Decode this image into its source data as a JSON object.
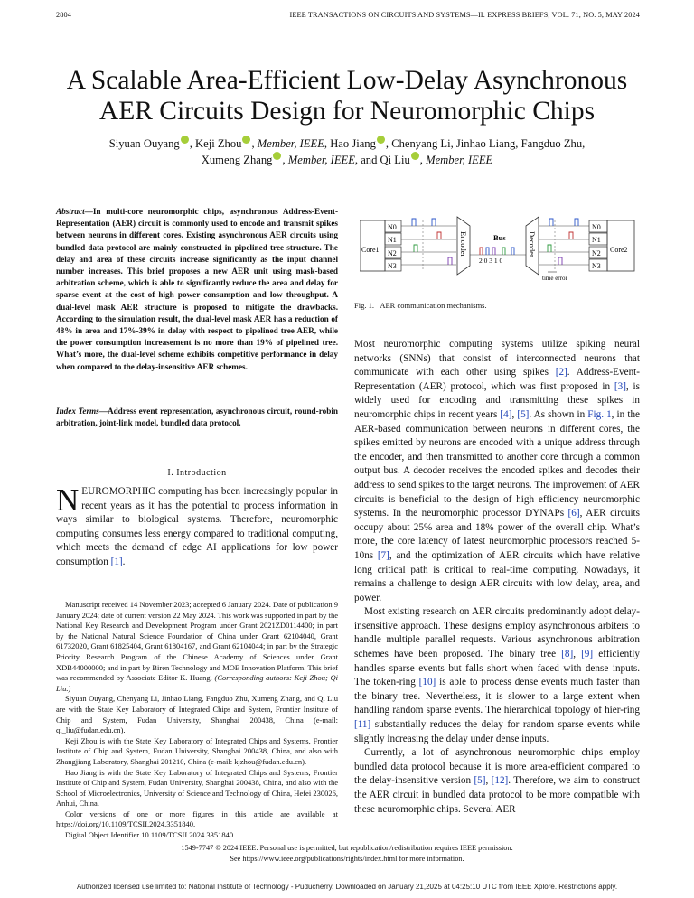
{
  "header": {
    "page_number": "2804",
    "journal": "IEEE TRANSACTIONS ON CIRCUITS AND SYSTEMS—II: EXPRESS BRIEFS, VOL. 71, NO. 5, MAY 2024"
  },
  "title_line1": "A Scalable Area-Efficient Low-Delay Asynchronous",
  "title_line2": "AER Circuits Design for Neuromorphic Chips",
  "authors": {
    "a1": "Siyuan Ouyang",
    "a2": "Keji Zhou",
    "a2_role": "Member, IEEE",
    "a3": "Hao Jiang",
    "a4": "Chenyang Li, Jinhao Liang, Fangduo Zhu,",
    "a5": "Xumeng Zhang",
    "a5_role": "Member, IEEE",
    "a6_pre": ", and Qi Liu",
    "a6_role": "Member, IEEE"
  },
  "abstract": {
    "label": "Abstract",
    "text": "—In multi-core neuromorphic chips, asynchronous Address-Event-Representation (AER) circuit is commonly used to encode and transmit spikes between neurons in different cores. Existing asynchronous AER circuits using bundled data protocol are mainly constructed in pipelined tree structure. The delay and area of these circuits increase significantly as the input channel number increases. This brief proposes a new AER unit using mask-based arbitration scheme, which is able to significantly reduce the area and delay for sparse event at the cost of high power consumption and low throughput. A dual-level mask AER structure is proposed to mitigate the drawbacks. According to the simulation result, the dual-level mask AER has a reduction of 48% in area and 17%-39% in delay with respect to pipelined tree AER, while the power consumption increasement is no more than 19% of pipelined tree. What’s more, the dual-level scheme exhibits competitive performance in delay when compared to the delay-insensitive AER schemes."
  },
  "index_terms": {
    "label": "Index Terms",
    "text": "—Address event representation, asynchronous circuit, round-robin arbitration, joint-link model, bundled data protocol."
  },
  "section1": {
    "heading": "I. Introduction",
    "dropcap": "N",
    "lead": "EUROMORPHIC computing has been increasingly popular in recent years as it has the potential to process information in ways similar to biological systems. Therefore, neuromorphic computing consumes less energy compared to traditional computing, which meets the demand of edge AI applications for low power consumption ",
    "cite1": "[1]",
    "end": "."
  },
  "footnotes": {
    "p1": "Manuscript received 14 November 2023; accepted 6 January 2024. Date of publication 9 January 2024; date of current version 22 May 2024. This work was supported in part by the National Key Research and Development Program under Grant 2021ZD0114400; in part by the National Natural Science Foundation of China under Grant 62104040, Grant 61732020, Grant 61825404, Grant 61804167, and Grant 62104044; in part by the Strategic Priority Research Program of the Chinese Academy of Sciences under Grant XDB44000000; and in part by Biren Technology and MOE Innovation Platform. This brief was recommended by Associate Editor K. Huang.",
    "p1_corr": "(Corresponding authors: Keji Zhou; Qi Liu.)",
    "p2": "Siyuan Ouyang, Chenyang Li, Jinhao Liang, Fangduo Zhu, Xumeng Zhang, and Qi Liu are with the State Key Laboratory of Integrated Chips and System, Frontier Institute of Chip and System, Fudan University, Shanghai 200438, China (e-mail: qi_liu@fudan.edu.cn).",
    "p3": "Keji Zhou is with the State Key Laboratory of Integrated Chips and Systems, Frontier Institute of Chip and System, Fudan University, Shanghai 200438, China, and also with Zhangjiang Laboratory, Shanghai 201210, China (e-mail: kjzhou@fudan.edu.cn).",
    "p4": "Hao Jiang is with the State Key Laboratory of Integrated Chips and Systems, Frontier Institute of Chip and System, Fudan University, Shanghai 200438, China, and also with the School of Microelectronics, University of Science and Technology of China, Hefei 230026, Anhui, China.",
    "p5": "Color versions of one or more figures in this article are available at https://doi.org/10.1109/TCSII.2024.3351840.",
    "p6": "Digital Object Identifier 10.1109/TCSII.2024.3351840"
  },
  "figure1": {
    "left_core": "Core1",
    "right_core": "Core2",
    "neurons": [
      "N0",
      "N1",
      "N2",
      "N3"
    ],
    "encoder": "Encoder",
    "decoder": "Decoder",
    "bus": "Bus",
    "bus_addresses": "2 0 3   1 0",
    "time_error": "time error",
    "caption_label": "Fig. 1.",
    "caption_text": "AER communication mechanisms.",
    "spike_color_blue": "#2b55c9",
    "spike_color_red": "#c03030",
    "spike_color_green": "#2e9a3e",
    "spike_color_purple": "#7a3ab0"
  },
  "right_body": {
    "p1_a": "Most neuromorphic computing systems utilize spiking neural networks (SNNs) that consist of interconnected neurons that communicate with each other using spikes ",
    "c2": "[2]",
    "p1_b": ". Address-Event-Representation (AER) protocol, which was first proposed in ",
    "c3": "[3]",
    "p1_c": ", is widely used for encoding and transmitting these spikes in neuromorphic chips in recent years ",
    "c4": "[4]",
    "p1_d": ", ",
    "c5": "[5]",
    "p1_e": ". As shown in ",
    "cfig": "Fig. 1",
    "p1_f": ", in the AER-based communication between neurons in different cores, the spikes emitted by neurons are encoded with a unique address through the encoder, and then transmitted to another core through a common output bus. A decoder receives the encoded spikes and decodes their address to send spikes to the target neurons. The improvement of AER circuits is beneficial to the design of high efficiency neuromorphic systems. In the neuromorphic processor DYNAPs ",
    "c6": "[6]",
    "p1_g": ", AER circuits occupy about 25% area and 18% power of the overall chip. What’s more, the core latency of latest neuromorphic processors reached 5-10ns ",
    "c7": "[7]",
    "p1_h": ", and the optimization of AER circuits which have relative long critical path is critical to real-time computing. Nowadays, it remains a challenge to design AER circuits with low delay, area, and power.",
    "p2_a": "Most existing research on AER circuits predominantly adopt delay-insensitive approach. These designs employ asynchronous arbiters to handle multiple parallel requests. Various asynchronous arbitration schemes have been proposed. The binary tree ",
    "c8": "[8]",
    "p2_b": ", ",
    "c9": "[9]",
    "p2_c": " efficiently handles sparse events but falls short when faced with dense inputs. The token-ring ",
    "c10": "[10]",
    "p2_d": " is able to process dense events much faster than the binary tree. Nevertheless, it is slower to a large extent when handling random sparse events. The hierarchical topology of hier-ring ",
    "c11": "[11]",
    "p2_e": " substantially reduces the delay for random sparse events while slightly increasing the delay under dense inputs.",
    "p3_a": "Currently, a lot of asynchronous neuromorphic chips employ bundled data protocol because it is more area-efficient compared to the delay-insensitive version ",
    "c5b": "[5]",
    "p3_b": ", ",
    "c12": "[12]",
    "p3_c": ". Therefore, we aim to construct the AER circuit in bundled data protocol to be more compatible with these neuromorphic chips. Several AER"
  },
  "footer": {
    "line1": "1549-7747 © 2024 IEEE. Personal use is permitted, but republication/redistribution requires IEEE permission.",
    "line2": "See https://www.ieee.org/publications/rights/index.html for more information.",
    "authorized": "Authorized licensed use limited to: National Institute of Technology - Puducherry. Downloaded on January 21,2025 at 04:25:10 UTC from IEEE Xplore.  Restrictions apply."
  }
}
